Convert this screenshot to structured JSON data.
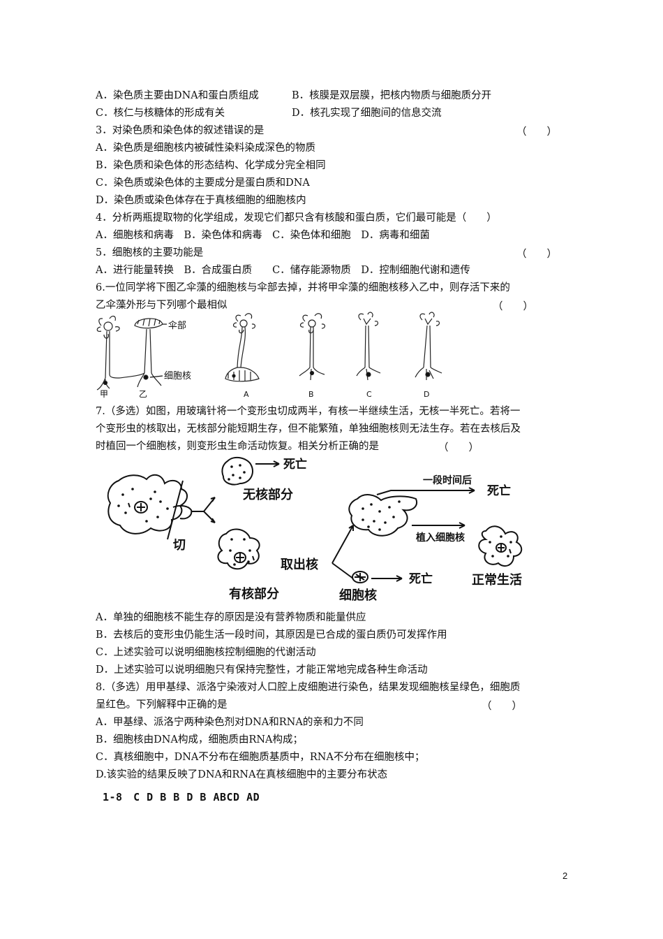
{
  "q2": {
    "optA": "A．染色质主要由DNA和蛋白质组成",
    "optB": "B．核膜是双层膜，把核内物质与细胞质分开",
    "optC": "C．核仁与核糖体的形成有关",
    "optD": "D．核孔实现了细胞间的信息交流"
  },
  "q3": {
    "stem": "3．对染色质和染色体的叙述错误的是",
    "paren": "（　　）",
    "optA": "A．染色质是细胞核内被碱性染料染成深色的物质",
    "optB": "B．染色质和染色体的形态结构、化学成分完全相同",
    "optC": "C．染色质或染色体的主要成分是蛋白质和DNA",
    "optD": "D．染色质或染色体存在于真核细胞的细胞核内"
  },
  "q4": {
    "stem": "4．分析两瓶提取物的化学组成，发现它们都只含有核酸和蛋白质，它们最可能是（　　）",
    "options": "A．细胞核和病毒　B．染色体和病毒　C．染色体和细胞　D．病毒和细菌"
  },
  "q5": {
    "stem": "5．细胞核的主要功能是",
    "paren": "（　　）",
    "options": "A．进行能量转换　B．合成蛋白质　　C．储存能源物质　D．控制细胞代谢和遗传"
  },
  "q6": {
    "stem1": "6.一位同学将下图乙伞藻的细胞核与伞部去掉，并将甲伞藻的细胞核移入乙中，则存活下来的",
    "stem2": "乙伞藻外形与下列哪个最相似",
    "paren": "（　　）",
    "fig": {
      "jia": "甲",
      "yi": "乙",
      "umbrella": "伞部",
      "nucleus": "细胞核",
      "a": "A",
      "b": "B",
      "c": "C",
      "d": "D"
    }
  },
  "q7": {
    "stem1": "7.（多选）如图，用玻璃针将一个变形虫切成两半，有核一半继续生活，无核一半死亡。若将一",
    "stem2": "个变形虫的核取出，无核部分能短期生存，但不能繁殖，单独细胞核则无法生存。若在去核后及",
    "stem3": "时植回一个细胞核，则变形虫生命活动恢复。相关分析正确的是",
    "paren": "（　　）",
    "fig": {
      "death": "死亡",
      "no_nucleus": "无核部分",
      "cut": "切",
      "with_nucleus": "有核部分",
      "remove": "取出核",
      "nucleus": "细胞核",
      "after_time": "一段时间后",
      "implant": "植入细胞核",
      "normal": "正常生活"
    },
    "optA": "A．单独的细胞核不能生存的原因是没有营养物质和能量供应",
    "optB": "B．去核后的变形虫仍能生活一段时间，其原因是已合成的蛋白质仍可发挥作用",
    "optC": "C．上述实验可以说明细胞核控制细胞的代谢活动",
    "optD": "D．上述实验可以说明细胞只有保持完整性，才能正常地完成各种生命活动"
  },
  "q8": {
    "stem1": "8.（多选）用甲基绿、派洛宁染液对人口腔上皮细胞进行染色，结果发现细胞核呈绿色，细胞质",
    "stem2": "呈红色。下列解释中正确的是",
    "paren": "（　　）",
    "optA": "A．甲基绿、派洛宁两种染色剂对DNA和RNA的亲和力不同",
    "optB": "B．细胞核由DNA构成，细胞质由RNA构成；",
    "optC": "C．真核细胞中，DNA不分布在细胞质基质中，RNA不分布在细胞核中；",
    "optD": "D.该实验的结果反映了DNA和RNA在真核细胞中的主要分布状态"
  },
  "answers": "1-8　C D B B D B ABCD AD",
  "page_number": "2"
}
